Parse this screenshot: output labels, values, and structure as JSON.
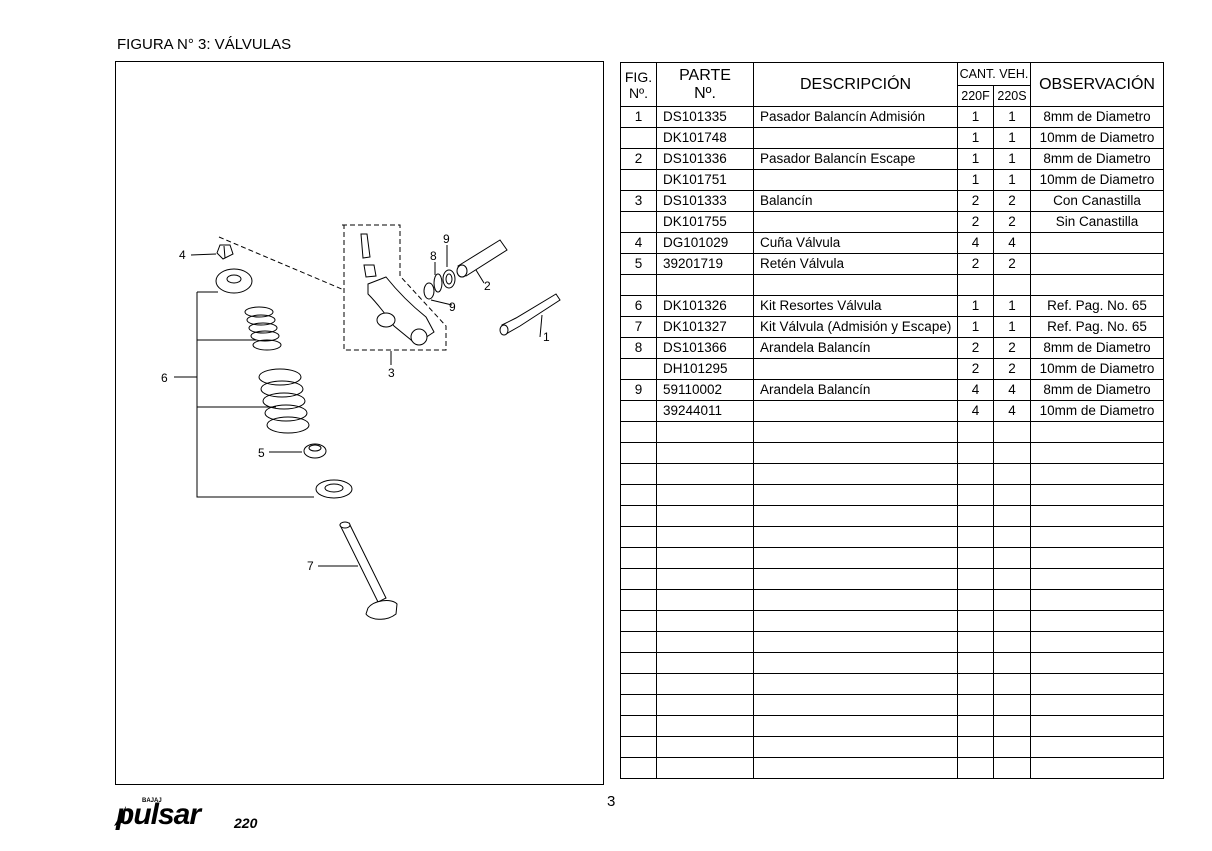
{
  "figure_title": "FIGURA N° 3: VÁLVULAS",
  "table": {
    "headers": {
      "fig": [
        "FIG.",
        "Nº."
      ],
      "parte": [
        "PARTE",
        "Nº."
      ],
      "descripcion": "DESCRIPCIÓN",
      "cant_veh": "CANT. VEH.",
      "col_220f": "220F",
      "col_220s": "220S",
      "observacion": "OBSERVACIÓN"
    },
    "rows": [
      {
        "fig": "1",
        "parte": "DS101335",
        "desc": "Pasador Balancín Admisión",
        "f": "1",
        "s": "1",
        "obs": "8mm de Diametro"
      },
      {
        "fig": "",
        "parte": "DK101748",
        "desc": "",
        "f": "1",
        "s": "1",
        "obs": "10mm de Diametro"
      },
      {
        "fig": "2",
        "parte": "DS101336",
        "desc": "Pasador Balancín Escape",
        "f": "1",
        "s": "1",
        "obs": "8mm de Diametro"
      },
      {
        "fig": "",
        "parte": "DK101751",
        "desc": "",
        "f": "1",
        "s": "1",
        "obs": "10mm de Diametro"
      },
      {
        "fig": "3",
        "parte": "DS101333",
        "desc": "Balancín",
        "f": "2",
        "s": "2",
        "obs": "Con Canastilla"
      },
      {
        "fig": "",
        "parte": "DK101755",
        "desc": "",
        "f": "2",
        "s": "2",
        "obs": "Sin Canastilla"
      },
      {
        "fig": "4",
        "parte": "DG101029",
        "desc": "Cuña Válvula",
        "f": "4",
        "s": "4",
        "obs": ""
      },
      {
        "fig": "5",
        "parte": "39201719",
        "desc": "Retén Válvula",
        "f": "2",
        "s": "2",
        "obs": ""
      },
      {
        "fig": "",
        "parte": "",
        "desc": "",
        "f": "",
        "s": "",
        "obs": ""
      },
      {
        "fig": "6",
        "parte": "DK101326",
        "desc": "Kit Resortes Válvula",
        "f": "1",
        "s": "1",
        "obs": "Ref. Pag. No. 65"
      },
      {
        "fig": "7",
        "parte": "DK101327",
        "desc": "Kit Válvula (Admisión y Escape)",
        "f": "1",
        "s": "1",
        "obs": "Ref. Pag. No. 65"
      },
      {
        "fig": "8",
        "parte": "DS101366",
        "desc": "Arandela Balancín",
        "f": "2",
        "s": "2",
        "obs": "8mm de Diametro"
      },
      {
        "fig": "",
        "parte": "DH101295",
        "desc": "",
        "f": "2",
        "s": "2",
        "obs": "10mm de Diametro"
      },
      {
        "fig": "9",
        "parte": "59110002",
        "desc": "Arandela Balancín",
        "f": "4",
        "s": "4",
        "obs": "8mm de Diametro"
      },
      {
        "fig": "",
        "parte": "39244011",
        "desc": "",
        "f": "4",
        "s": "4",
        "obs": "10mm de Diametro"
      }
    ],
    "empty_rows": 17
  },
  "diagram": {
    "callouts": [
      "1",
      "2",
      "3",
      "4",
      "5",
      "6",
      "7",
      "8",
      "9",
      "9"
    ]
  },
  "page_number": "3",
  "logo": {
    "brand": "BAJAJ",
    "model": "pulsar",
    "cc": "220"
  }
}
